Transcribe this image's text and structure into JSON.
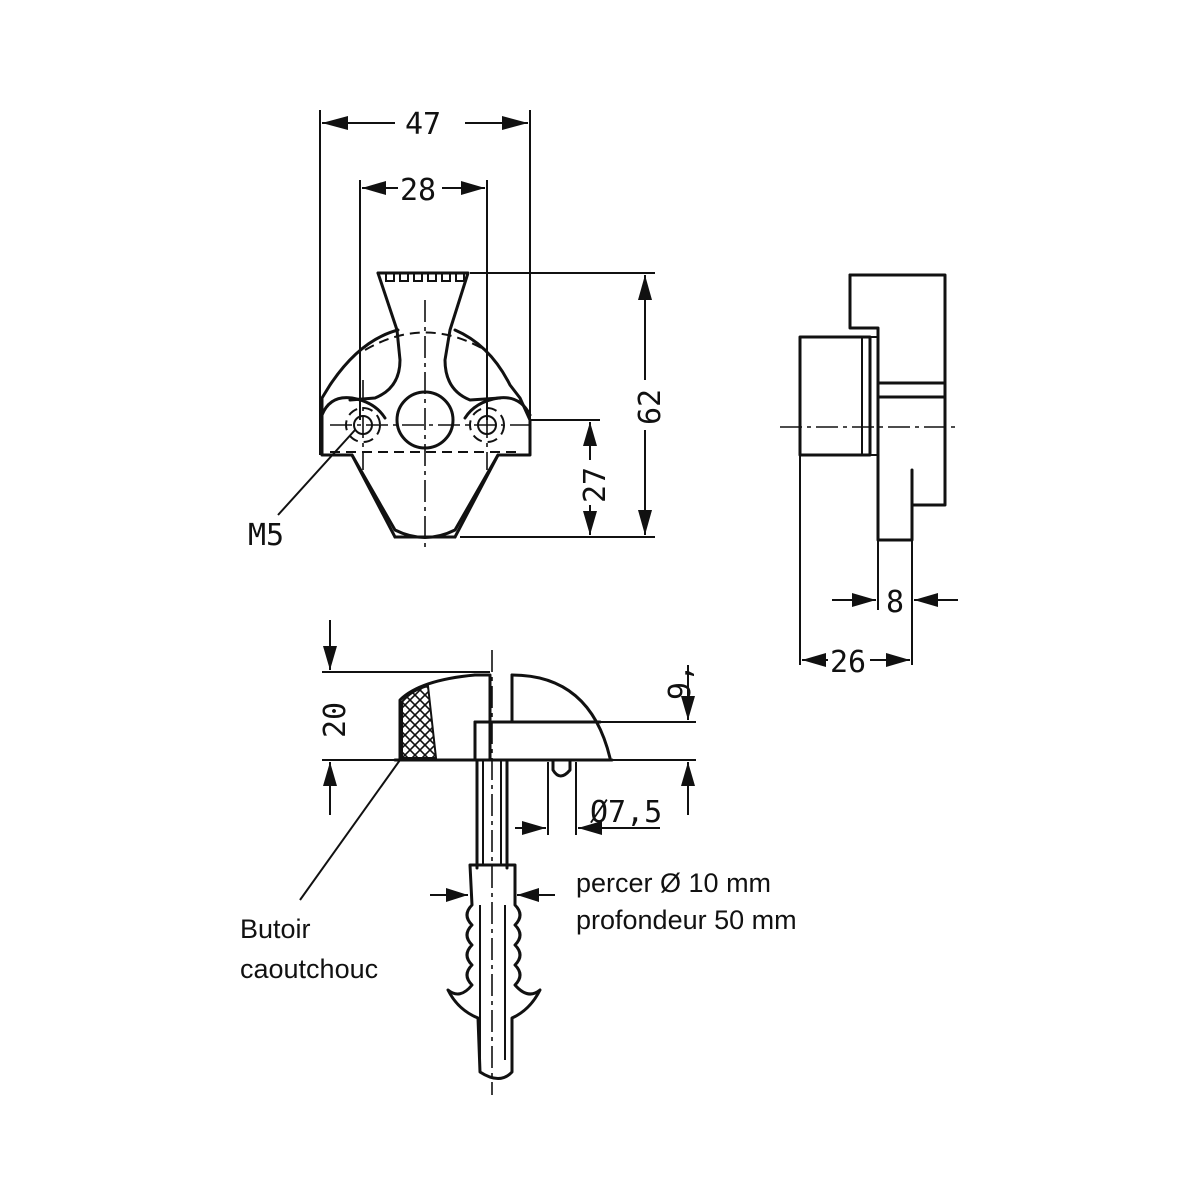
{
  "dimensions": {
    "width_47": "47",
    "width_28": "28",
    "height_62": "62",
    "height_27": "27",
    "thread_m5": "M5",
    "depth_8": "8",
    "depth_26": "26",
    "height_20": "20",
    "height_9": "9,",
    "dia_7_5": "Ø7,5"
  },
  "labels": {
    "drill_line1": "percer Ø 10 mm",
    "drill_line2": "profondeur 50 mm",
    "bumper_line1": "Butoir",
    "bumper_line2": "caoutchouc"
  }
}
